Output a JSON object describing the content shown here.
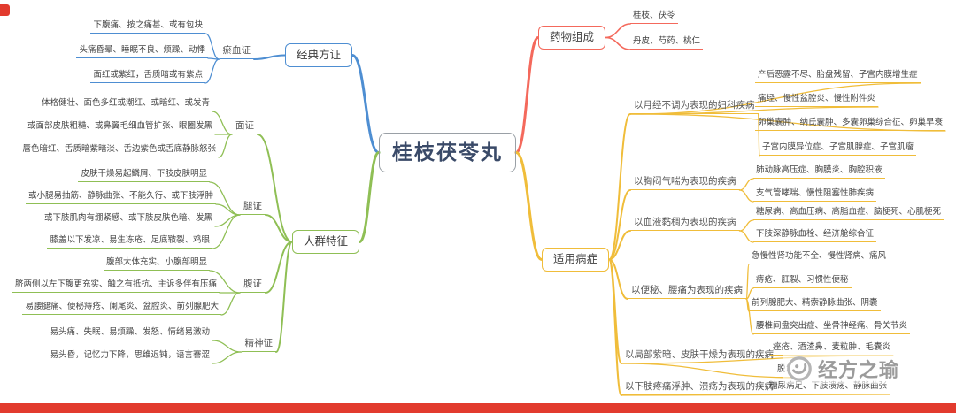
{
  "palette": {
    "blue": "#4e8ed2",
    "green": "#8fbf55",
    "red": "#f4695c",
    "yellow": "#f0bd3a",
    "center_border": "#9aa0a6",
    "bottom_bar": "#e23b2e",
    "watermark_gray": "#9b9b9b"
  },
  "center": {
    "title": "桂枝茯苓丸"
  },
  "classic": {
    "label": "经典方证",
    "groups": [
      {
        "label": "瘀血证",
        "items": [
          "下腹痛、按之痛甚、或有包块",
          "头痛昏晕、睡眠不良、烦躁、动悸",
          "面红或紫红，舌质暗或有紫点"
        ]
      }
    ]
  },
  "population": {
    "label": "人群特征",
    "groups": [
      {
        "label": "面证",
        "items": [
          "体格健壮、面色多红或潮红、或暗红、或发青",
          "或面部皮肤粗糙、或鼻翼毛细血管扩张、眼圈发黑",
          "唇色暗红、舌质暗紫暗淡、舌边紫色或舌底静脉怒张"
        ]
      },
      {
        "label": "腿证",
        "items": [
          "皮肤干燥易起鳞屑、下肢皮肤明显",
          "或小腿易抽筋、静脉曲张、不能久行、或下肢浮肿",
          "或下肢肌肉有绷紧感、或下肢皮肤色暗、发黑",
          "膝盖以下发凉、易生冻疮、足底皲裂、鸡眼"
        ]
      },
      {
        "label": "腹证",
        "items": [
          "腹部大体充实、小腹部明显",
          "脐两侧以左下腹更充实、触之有抵抗、主诉多伴有压痛",
          "易腰腿痛、便秘痔疮、阑尾炎、盆腔炎、前列腺肥大"
        ]
      },
      {
        "label": "精神证",
        "items": [
          "易头痛、失眠、易烦躁、发怒、情绪易激动",
          "易头昏，记忆力下降，思维迟钝，语言謇涩"
        ]
      }
    ]
  },
  "composition": {
    "label": "药物组成",
    "items": [
      "桂枝、茯苓",
      "丹皮、芍药、桃仁"
    ]
  },
  "indications": {
    "label": "适用病症",
    "groups": [
      {
        "label": "以月经不调为表现的妇科疾病",
        "items": [
          "产后恶露不尽、胎盘残留、子宫内膜增生症",
          "痛经、慢性盆腔炎、慢性附件炎",
          "卵巢囊肿、纳氏囊肿、多囊卵巢综合征、卵巢早衰",
          "子宫内膜异位症、子宫肌腺症、子宫肌瘤"
        ]
      },
      {
        "label": "以胸闷气喘为表现的疾病",
        "items": [
          "肺动脉高压症、胸膜炎、胸腔积液",
          "支气管哮喘、慢性阻塞性肺疾病"
        ]
      },
      {
        "label": "以血液黏稠为表现的疾病",
        "items": [
          "糖尿病、高血压病、高脂血症、脑梗死、心肌梗死",
          "下肢深静脉血栓、经济舱综合征"
        ]
      },
      {
        "label": "以便秘、腰痛为表现的疾病",
        "items": [
          "急慢性肾功能不全、慢性肾病、痛风",
          "痔疮、肛裂、习惯性便秘",
          "前列腺肥大、精索静脉曲张、阴囊",
          "腰椎间盘突出症、坐骨神经痛、骨关节炎"
        ]
      },
      {
        "label": "以局部紫暗、皮肤干燥为表现的疾病",
        "items": [
          "痤疮、酒渣鼻、麦粒肿、毛囊炎",
          "脱发"
        ]
      },
      {
        "label": "以下肢疼痛浮肿、溃疡为表现的疾病",
        "items": [
          "糖尿病足、下肢溃疡、静脉曲张"
        ]
      }
    ]
  },
  "watermark": {
    "text": "经方之瑜"
  }
}
